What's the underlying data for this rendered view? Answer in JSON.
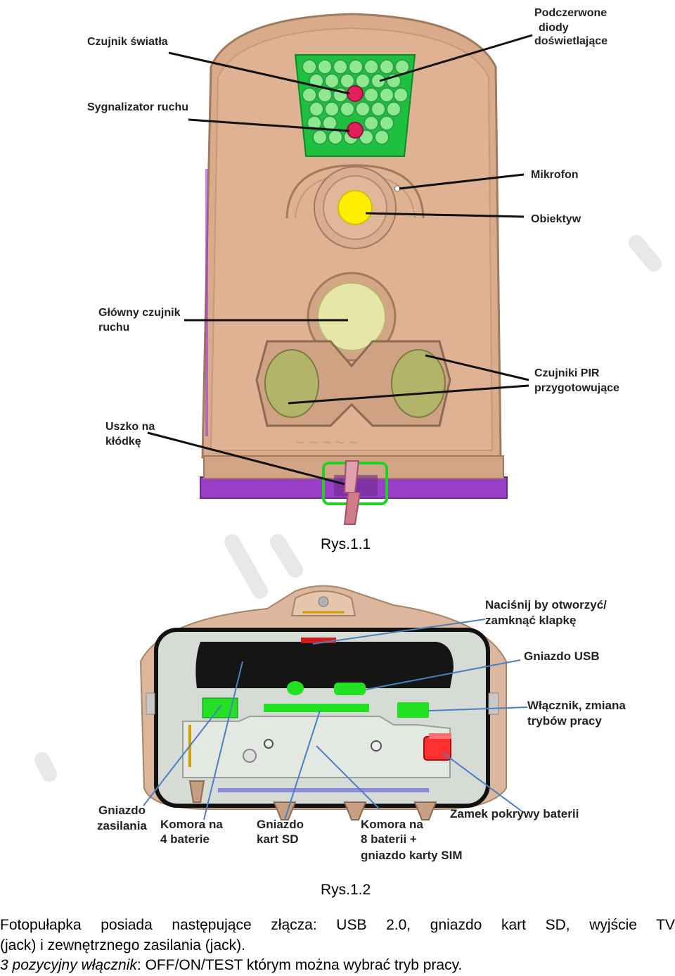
{
  "figure1": {
    "caption": "Rys.1.1",
    "labels": {
      "light_sensor": "Czujnik światła",
      "motion_indicator": "Sygnalizator ruchu",
      "ir_leds_1": "Podczerwone",
      "ir_leds_2": "diody",
      "ir_leds_3": "doświetlające",
      "microphone": "Mikrofon",
      "lens": "Obiektyw",
      "main_sensor_1": "Główny czujnik",
      "main_sensor_2": "ruchu",
      "pir_1": "Czujniki PIR",
      "pir_2": "przygotowujące",
      "lock_loop_1": "Uszko na",
      "lock_loop_2": "kłódkę"
    }
  },
  "figure2": {
    "caption": "Rys.1.2",
    "labels": {
      "press_1": "Naciśnij by otworzyć/",
      "press_2": "zamknąć klapkę",
      "usb": "Gniazdo USB",
      "switch_1": "Włącznik, zmiana",
      "switch_2": "trybów pracy",
      "power_1": "Gniazdo",
      "power_2": "zasilania",
      "bay4_1": "Komora na",
      "bay4_2": "4 baterie",
      "sd_1": "Gniazdo",
      "sd_2": "kart SD",
      "bay8_1": "Komora na",
      "bay8_2": "8 baterii +",
      "bay8_3": "gniazdo karty SIM",
      "lock": "Zamek pokrywy baterii"
    }
  },
  "text": {
    "line1": "Fotopułapka posiada następujące złącza: USB 2.0, gniazdo kart SD, wyjście TV",
    "line2": "(jack) i zewnętrznego zasilania (jack).",
    "line3_italic": "3 pozycyjny włącznik",
    "line3_rest": ": OFF/ON/TEST którym można wybrać tryb pracy."
  },
  "colors": {
    "body": "#d9ab8a",
    "body_dark": "#b88a6c",
    "led_green": "#7fe07f",
    "led_dark": "#1fbf3f",
    "indicator": "#e0205a",
    "lens": "#ffee00",
    "sensor": "#e6e6a8",
    "pir": "#b3b36a",
    "base_purple": "#9b3fc9",
    "compartment": "#d6dbd5",
    "slot_green": "#22e022",
    "lock_red": "#ff3030",
    "leader": "#4a7fc0"
  }
}
